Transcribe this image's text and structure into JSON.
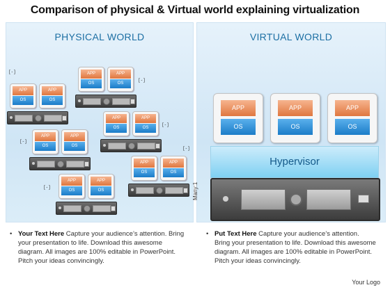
{
  "title": "Comparison of physical & Virtual world explaining virtualization",
  "physical": {
    "heading": "PHYSICAL WORLD",
    "app_label": "APP",
    "os_label": "OS",
    "tag_label": "[-]"
  },
  "virtual": {
    "heading": "VIRTUAL WORLD",
    "app_label": "APP",
    "os_label": "OS",
    "hypervisor": "Hypervisor",
    "many_label": "Many:1"
  },
  "bullets": {
    "left": {
      "lead": "Your Text Here",
      "text": " Capture your audience’s attention. Bring your presentation to life. Download this awesome diagram. All images are 100% editable in PowerPoint. Pitch your ideas convincingly."
    },
    "right": {
      "lead": "Put Text Here",
      "text": " Capture your audience’s attention. Bring your presentation to life. Download this awesome diagram. All images are 100% editable in PowerPoint. Pitch your ideas convincingly."
    }
  },
  "logo": "Your Logo",
  "colors": {
    "app": "#e0773f",
    "os": "#1b7cc8",
    "heading": "#1c6fa3",
    "hypervisor": "#7fd0f2"
  }
}
